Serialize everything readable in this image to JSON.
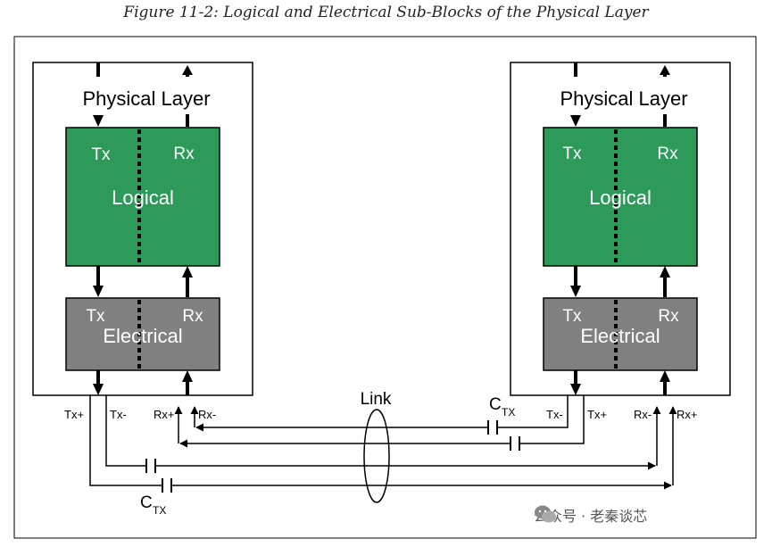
{
  "figure": {
    "caption": "Figure 11-2: Logical and Electrical Sub-Blocks of the Physical Layer"
  },
  "left_device": {
    "title": "Physical Layer",
    "logical": {
      "label": "Logical",
      "tx": "Tx",
      "rx": "Rx"
    },
    "electrical": {
      "label": "Electrical",
      "tx": "Tx",
      "rx": "Rx"
    },
    "pins": {
      "tx_plus": "Tx+",
      "tx_minus": "Tx-",
      "rx_plus": "Rx+",
      "rx_minus": "Rx-"
    }
  },
  "right_device": {
    "title": "Physical Layer",
    "logical": {
      "label": "Logical",
      "tx": "Tx",
      "rx": "Rx"
    },
    "electrical": {
      "label": "Electrical",
      "tx": "Tx",
      "rx": "Rx"
    },
    "pins": {
      "tx_minus": "Tx-",
      "tx_plus": "Tx+",
      "rx_minus": "Rx-",
      "rx_plus": "Rx+"
    }
  },
  "link": {
    "label": "Link"
  },
  "capacitors": {
    "top": {
      "main": "C",
      "sub": "TX"
    },
    "bottom": {
      "main": "C",
      "sub": "TX"
    }
  },
  "watermark": {
    "text": "公众号 · 老秦谈芯"
  },
  "colors": {
    "logical": "#2e9a5a",
    "electrical": "#808080",
    "line": "#000000"
  }
}
